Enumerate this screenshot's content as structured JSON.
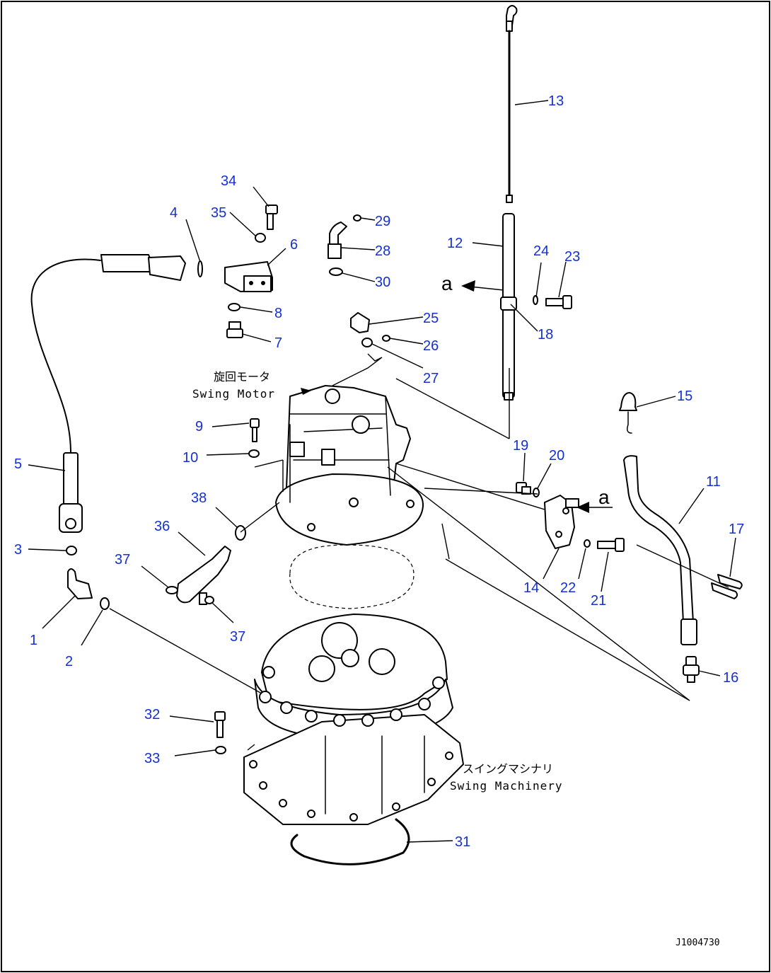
{
  "drawing": {
    "drawing_number": "J1004730",
    "swing_motor_label_jp": "旋回モータ",
    "swing_motor_label_en": "Swing Motor",
    "swing_machinery_label_jp": "スイングマシナリ",
    "swing_machinery_label_en": "Swing Machinery",
    "view_arrow_label": "a",
    "view_arrow_label_2": "a"
  },
  "callouts": [
    {
      "id": "1",
      "text": "1"
    },
    {
      "id": "2",
      "text": "2"
    },
    {
      "id": "3",
      "text": "3"
    },
    {
      "id": "4",
      "text": "4"
    },
    {
      "id": "5",
      "text": "5"
    },
    {
      "id": "6",
      "text": "6"
    },
    {
      "id": "7",
      "text": "7"
    },
    {
      "id": "8",
      "text": "8"
    },
    {
      "id": "9",
      "text": "9"
    },
    {
      "id": "10",
      "text": "10"
    },
    {
      "id": "11",
      "text": "11"
    },
    {
      "id": "12",
      "text": "12"
    },
    {
      "id": "13",
      "text": "13"
    },
    {
      "id": "14",
      "text": "14"
    },
    {
      "id": "15",
      "text": "15"
    },
    {
      "id": "16",
      "text": "16"
    },
    {
      "id": "17",
      "text": "17"
    },
    {
      "id": "18",
      "text": "18"
    },
    {
      "id": "19",
      "text": "19"
    },
    {
      "id": "20",
      "text": "20"
    },
    {
      "id": "21",
      "text": "21"
    },
    {
      "id": "22",
      "text": "22"
    },
    {
      "id": "23",
      "text": "23"
    },
    {
      "id": "24",
      "text": "24"
    },
    {
      "id": "25",
      "text": "25"
    },
    {
      "id": "26",
      "text": "26"
    },
    {
      "id": "27",
      "text": "27"
    },
    {
      "id": "28",
      "text": "28"
    },
    {
      "id": "29",
      "text": "29"
    },
    {
      "id": "30",
      "text": "30"
    },
    {
      "id": "31",
      "text": "31"
    },
    {
      "id": "32",
      "text": "32"
    },
    {
      "id": "33",
      "text": "33"
    },
    {
      "id": "34",
      "text": "34"
    },
    {
      "id": "35",
      "text": "35"
    },
    {
      "id": "36",
      "text": "36"
    },
    {
      "id": "37a",
      "text": "37"
    },
    {
      "id": "37b",
      "text": "37"
    },
    {
      "id": "38",
      "text": "38"
    }
  ]
}
